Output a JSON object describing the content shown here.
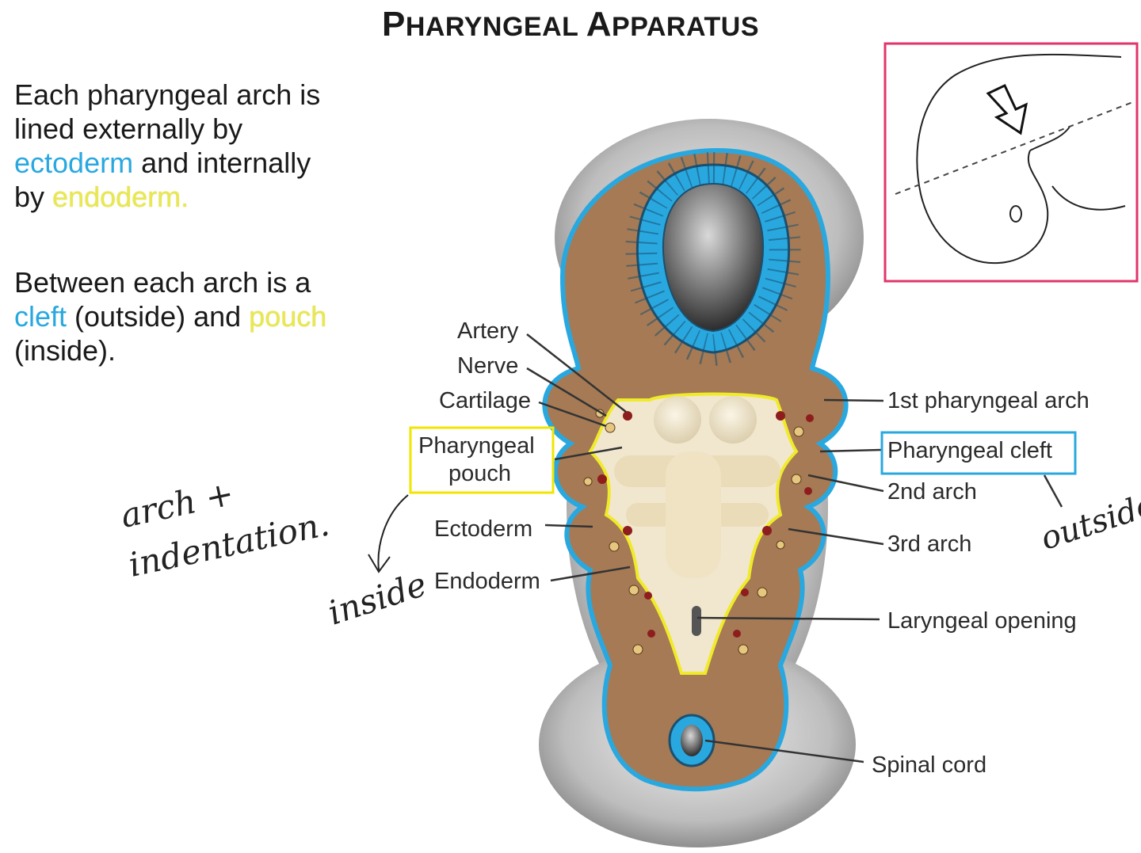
{
  "title": {
    "cap1": "P",
    "rest1": "HARYNGEAL ",
    "cap2": "A",
    "rest2": "PPARATUS"
  },
  "intro": {
    "line1": "Each pharyngeal arch is",
    "line2": "lined externally by",
    "ecto": "ectoderm",
    "line3_rest": " and internally",
    "by": "by ",
    "endo": "endoderm."
  },
  "between": {
    "line1": "Between each arch is a",
    "cleft": "cleft",
    "mid": " (outside) and ",
    "pouch": "pouch",
    "line3": "(inside)."
  },
  "labels": {
    "artery": "Artery",
    "nerve": "Nerve",
    "cartilage": "Cartilage",
    "pouch_1": "Pharyngeal",
    "pouch_2": "pouch",
    "ectoderm": "Ectoderm",
    "endoderm": "Endoderm",
    "arch1": "1st pharyngeal arch",
    "cleft": "Pharyngeal cleft",
    "arch2": "2nd arch",
    "arch3": "3rd arch",
    "laryngeal": "Laryngeal opening",
    "spinal": "Spinal cord"
  },
  "handwriting": {
    "arch_1": "arch +",
    "arch_2": "indentation.",
    "inside": "inside",
    "outside": "outside"
  },
  "colors": {
    "ectoderm_blue": "#29a8e0",
    "endoderm_yellow": "#f0eb2a",
    "mesoderm_brown": "#a57a55",
    "inset_border": "#e0366a"
  }
}
